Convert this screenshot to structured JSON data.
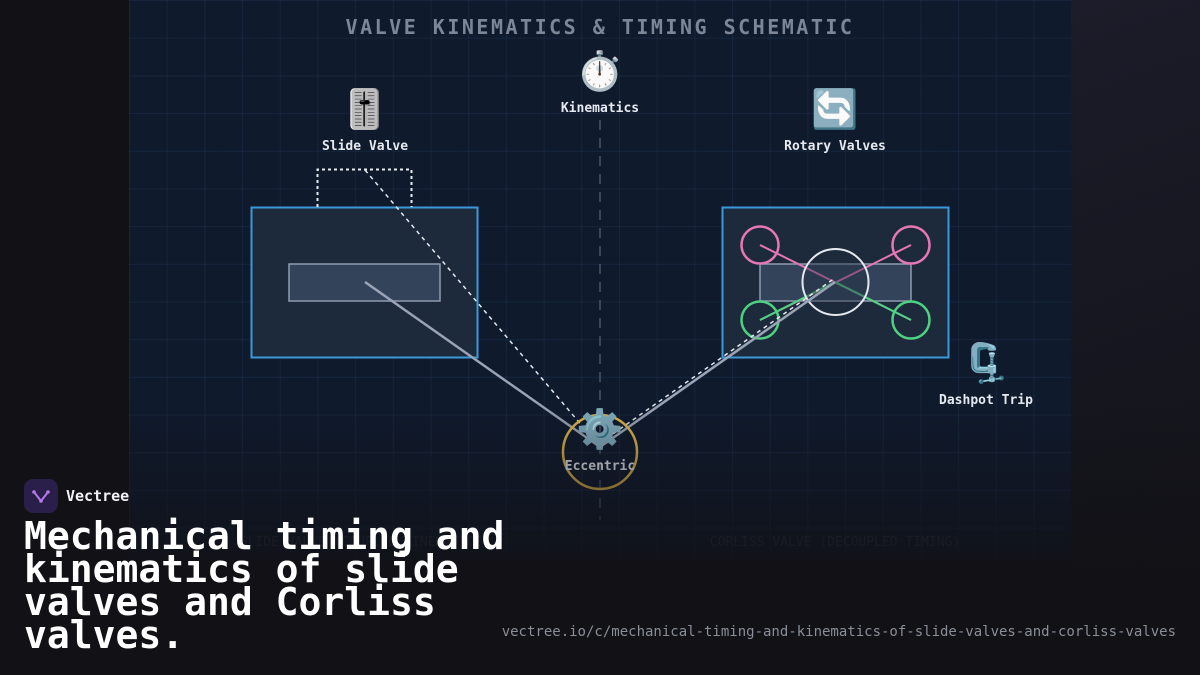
{
  "diagram": {
    "title": "VALVE KINEMATICS & TIMING SCHEMATIC",
    "nodes": {
      "kinematics": {
        "icon": "⏱️",
        "icon_name": "stopwatch-icon",
        "label": "Kinematics"
      },
      "slide_valve": {
        "icon": "🎚️",
        "icon_name": "level-slider-icon",
        "label": "Slide Valve"
      },
      "rotary_valves": {
        "icon": "🔄",
        "icon_name": "rotate-arrows-icon",
        "label": "Rotary Valves"
      },
      "dashpot_trip": {
        "icon": "🗜️",
        "icon_name": "clamp-icon",
        "label": "Dashpot Trip"
      },
      "eccentric": {
        "icon": "⚙️",
        "icon_name": "gear-icon",
        "label": "Eccentric"
      }
    },
    "captions": {
      "left": "SLIDE VALVE (COUPLED KINEMATICS)",
      "right": "CORLISS VALVE (DECOUPLED TIMING)"
    },
    "colors": {
      "frame": "#3a9ad9",
      "eccentric_ring": "#e0b64a",
      "valve_pink": "#e577b7",
      "valve_green": "#4ed180",
      "link": "#9aa4b6"
    }
  },
  "brand": {
    "name": "Vectree"
  },
  "headline": "Mechanical timing and kinematics of slide valves and Corliss valves.",
  "url": "vectree.io/c/mechanical-timing-and-kinematics-of-slide-valves-and-corliss-valves"
}
